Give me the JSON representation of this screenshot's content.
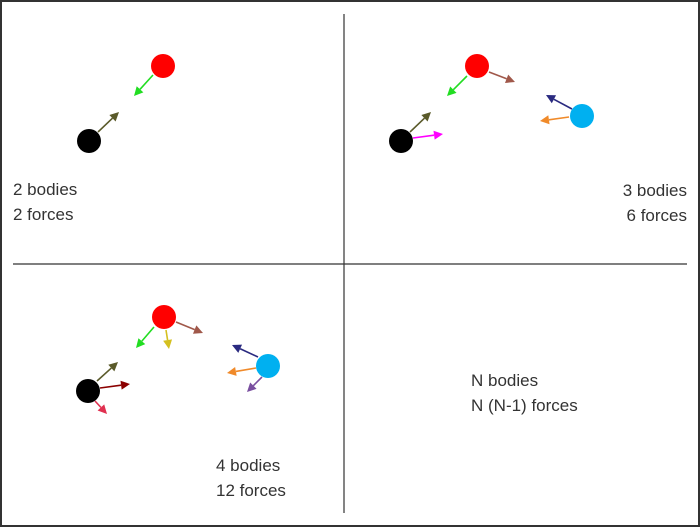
{
  "panels": [
    {
      "bodies": "2 bodies",
      "forces": "2 forces"
    },
    {
      "bodies": "3 bodies",
      "forces": "6 forces"
    },
    {
      "bodies": "4 bodies",
      "forces": "12 forces"
    },
    {
      "bodies": "N bodies",
      "forces": "N (N-1) forces"
    }
  ],
  "colors": {
    "frame": "#333333",
    "divider": "#333333",
    "body_red": "#ff0000",
    "body_black": "#000000",
    "body_blue": "#00b0f0",
    "arrow_green": "#22dd22",
    "arrow_olive": "#5a5a2a",
    "arrow_brown": "#a0584a",
    "arrow_magenta": "#ff00ff",
    "arrow_navy": "#2a2a80",
    "arrow_orange": "#f08a2a",
    "arrow_yellow": "#d4c020",
    "arrow_darkred": "#8b0000",
    "arrow_pink": "#e03050",
    "arrow_purple": "#7a4fa0"
  }
}
